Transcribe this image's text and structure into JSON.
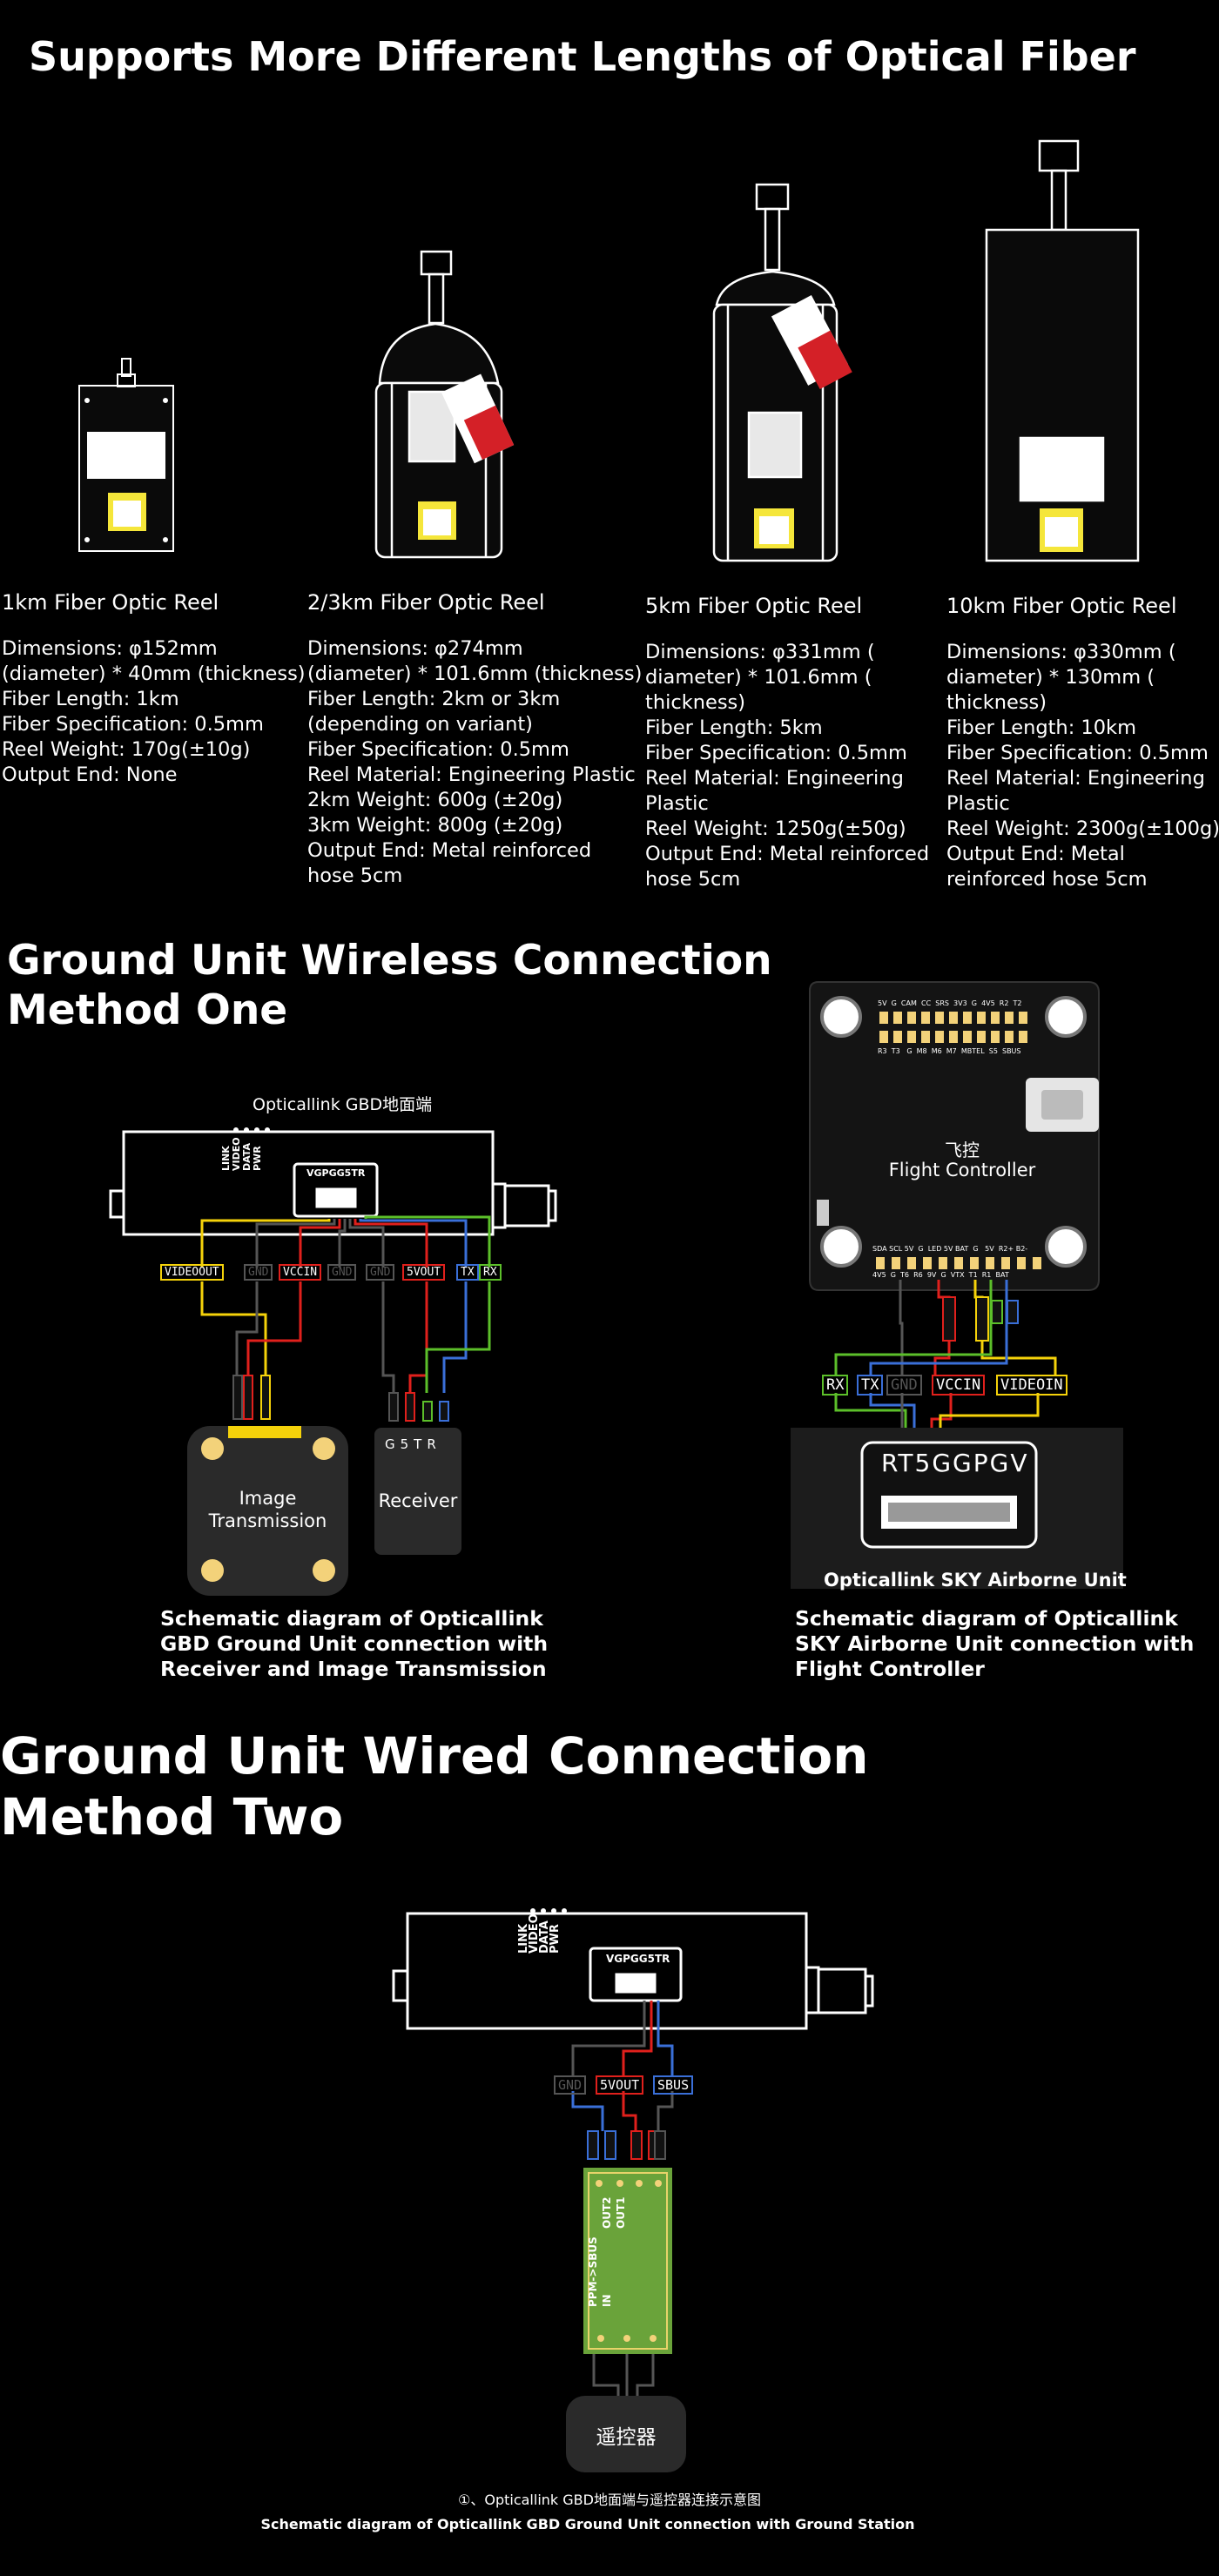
{
  "colors": {
    "background": "#000000",
    "text": "#ffffff",
    "yellow": "#f5d20a",
    "red": "#e0201c",
    "green": "#5cbf2a",
    "blue": "#3a6fd8",
    "black_wire": "#555555",
    "pcb_green": "#6aa33a",
    "label_red": "#d42027"
  },
  "section1": {
    "title": "Supports More Different Lengths of Optical Fiber",
    "reels": [
      {
        "title": "1km Fiber Optic Reel",
        "specs": [
          "Dimensions: φ152mm",
          "(diameter) * 40mm (thickness)",
          "Fiber Length: 1km",
          "Fiber Specification: 0.5mm",
          "Reel Weight: 170g(±10g)",
          "Output End: None"
        ]
      },
      {
        "title": "2/3km Fiber Optic Reel",
        "specs": [
          "Dimensions: φ274mm",
          "(diameter) * 101.6mm (thickness)",
          "Fiber Length: 2km or 3km",
          "(depending on variant)",
          "Fiber Specification: 0.5mm",
          "Reel Material: Engineering Plastic",
          "2km Weight: 600g (±20g)",
          "3km Weight: 800g (±20g)",
          "Output End: Metal reinforced",
          "hose 5cm"
        ]
      },
      {
        "title": "5km Fiber Optic Reel",
        "specs": [
          "Dimensions: φ331mm (",
          "diameter) * 101.6mm (",
          "thickness)",
          "Fiber Length: 5km",
          "Fiber Specification: 0.5mm",
          "Reel Material: Engineering",
          "Plastic",
          "Reel Weight: 1250g(±50g)",
          " Output End: Metal reinforced",
          " hose 5cm"
        ]
      },
      {
        "title": "10km Fiber Optic Reel",
        "specs": [
          "Dimensions: φ330mm (",
          "diameter) * 130mm (",
          "thickness)",
          "Fiber Length: 10km",
          " Fiber Specification: 0.5mm",
          "Reel Material: Engineering",
          "Plastic",
          "Reel Weight: 2300g(±100g)",
          "Output End: Metal",
          "reinforced hose 5cm"
        ]
      }
    ]
  },
  "section2": {
    "title_line1": "Ground Unit Wireless Connection",
    "title_line2": "Method One",
    "gbd_label": "Opticallink GBD地面端",
    "leds": [
      "LINK",
      "VIDEO",
      "DATA",
      "PWR"
    ],
    "chip": "VGPGG5TR",
    "pins": [
      "VIDEOOUT",
      "GND",
      "VCCIN",
      "GND",
      "GND",
      "5VOUT",
      "TX",
      "RX"
    ],
    "image_tx_label": "Image Transmission",
    "receiver_label": "Receiver",
    "receiver_pins": [
      "G",
      "5",
      "T",
      "R"
    ],
    "fc_label_cn": "飞控",
    "fc_label_en": "Flight Controller",
    "fc_top_pins": "5V  G  CAM  CC  SRS  3V3  G  4V5  R2  T2",
    "fc_top_pins2": "R3  T3   G  M8  M6  M7  MBTEL  S5  SBUS",
    "fc_bottom_pins": "SDA SCL 5V  G  LED 5V BAT  G   5V  R2+ B2-",
    "fc_bottom_pins2": "4V5  G  T6  R6  9V  G  VTX  T1  R1  BAT",
    "sky_pins": [
      "RX",
      "TX",
      "GND",
      "VCCIN",
      "VIDEOIN"
    ],
    "sky_chip": "RT5GGPGV",
    "sky_label": "Opticallink SKY Airborne Unit",
    "caption_left": [
      "Schematic diagram of Opticallink",
      "GBD Ground Unit connection with",
      "Receiver and Image Transmission"
    ],
    "caption_right": [
      "Schematic diagram of Opticallink",
      "SKY Airborne Unit connection with",
      "Flight Controller"
    ]
  },
  "section3": {
    "title_line1": "Ground Unit Wired Connection",
    "title_line2": "Method Two",
    "leds": [
      "LINK",
      "VIDEO",
      "DATA",
      "PWR"
    ],
    "chip": "VGPGG5TR",
    "pins": [
      "GND",
      "5VOUT",
      "SBUS"
    ],
    "board_text": "PPM->SBUS",
    "board_out1": "OUT1",
    "board_out2": "OUT2",
    "board_in": "IN",
    "rc_label": "遥控器",
    "caption_cn": "①、Opticallink GBD地面端与遥控器连接示意图",
    "caption_en": "Schematic diagram of Opticallink GBD Ground Unit connection with Ground Station"
  }
}
